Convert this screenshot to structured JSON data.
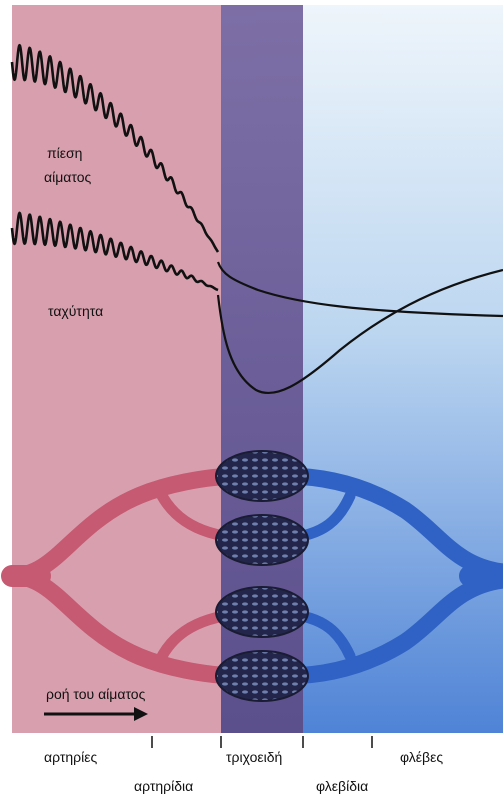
{
  "labels": {
    "pressure": [
      "πίεση",
      "αίματος"
    ],
    "velocity": "ταχύτητα",
    "flow": "ροή του αίματος"
  },
  "zones": {
    "arteries": "αρτηρίες",
    "arterioles": "αρτηρίδια",
    "capillaries": "τριχοειδή",
    "venules": "φλεβίδια",
    "veins": "φλέβες"
  },
  "colors": {
    "arterial_bg": "#d8a0ae",
    "capillary_band": "#6c5f9c",
    "venous_bg_light": "#eef5fb",
    "venous_bg_dark": "#4f83d6",
    "artery_vessel": "#c55a72",
    "vein_vessel": "#2f62c4",
    "capillary_vessel": "#262a4a",
    "curve": "#111111"
  }
}
